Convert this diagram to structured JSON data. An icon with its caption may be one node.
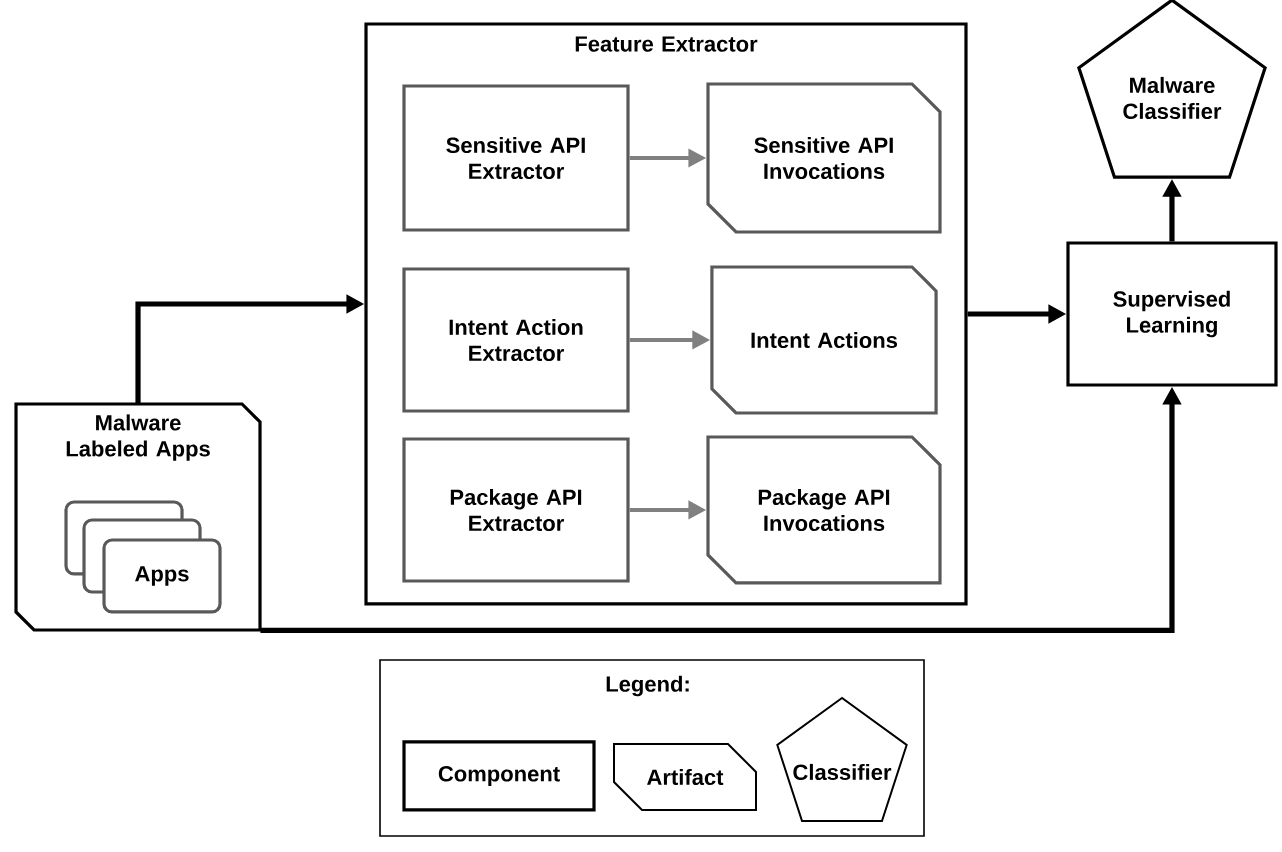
{
  "diagram": {
    "nodes": [
      {
        "text": [
          "Feature Extractor"
        ]
      },
      {
        "text": [
          "Sensitive API Extractor"
        ],
        "in": 0
      },
      {
        "text": [
          "Sensitive API Invocations"
        ],
        "in": 0
      },
      {
        "text": [
          "Intent Action Extractor"
        ],
        "in": 0
      },
      {
        "text": [
          "Intent Actions"
        ],
        "in": 0
      },
      {
        "text": [
          "Package API Extractor"
        ],
        "in": 0
      },
      {
        "text": [
          "Package API Invocations"
        ],
        "in": 0
      },
      {
        "text": [
          "Malware Labeled Apps"
        ]
      },
      {
        "text": [
          "Apps"
        ],
        "in": 7
      },
      {
        "text": [
          "Supervised Learning"
        ]
      },
      {
        "text": [
          "Malware Classifier"
        ]
      }
    ],
    "edges": [
      {
        "from": 7,
        "to": 0,
        "arrow": "to"
      },
      {
        "from": 1,
        "to": 2,
        "arrow": "to",
        "color": "#808080"
      },
      {
        "from": 3,
        "to": 4,
        "arrow": "to",
        "color": "#808080"
      },
      {
        "from": 5,
        "to": 6,
        "arrow": "to",
        "color": "#808080"
      },
      {
        "from": 0,
        "to": 9,
        "arrow": "to"
      },
      {
        "from": 7,
        "to": 9,
        "arrow": "to"
      },
      {
        "from": 9,
        "to": 10,
        "arrow": "to"
      }
    ],
    "labels": [
      "Legend:"
    ],
    "legend": [
      {
        "text": "Component"
      },
      {
        "text": "Artifact"
      },
      {
        "text": "Classifier"
      }
    ]
  }
}
